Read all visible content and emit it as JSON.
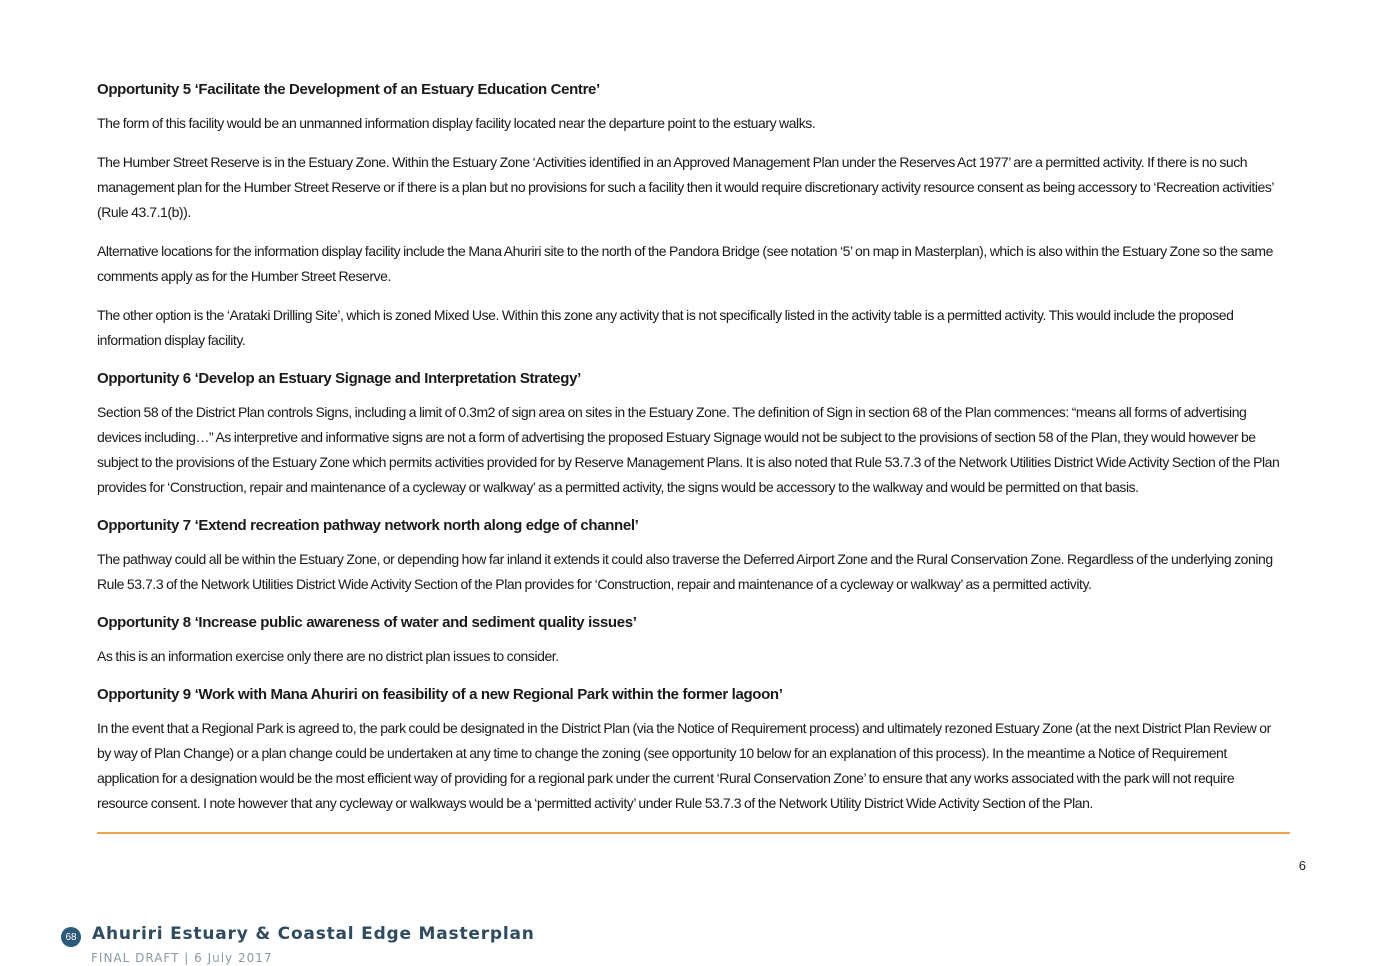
{
  "sections": [
    {
      "heading": "Opportunity 5 ‘Facilitate the Development of an Estuary Education Centre’",
      "paragraphs": [
        "The form of this facility would be an unmanned information display facility located near the departure point to the estuary walks.",
        "The Humber Street Reserve is in the Estuary Zone.  Within the Estuary Zone ‘Activities identified in an Approved Management Plan under the Reserves Act 1977’ are a permitted activity.  If there is no such management plan for the Humber Street Reserve or if there is a plan but no provisions for such a facility then it would require discretionary activity resource consent as being accessory to ‘Recreation activities’ (Rule 43.7.1(b)).",
        "Alternative locations for the information display facility include the Mana Ahuriri site to the north of the Pandora Bridge (see notation ‘5’ on map in Masterplan), which is also within the Estuary Zone so the same comments apply as for the Humber Street Reserve.",
        "The other option is the ‘Arataki Drilling Site’, which is zoned Mixed Use.  Within this zone any activity that is not specifically listed in the activity table is a permitted activity.  This would include the proposed information display facility."
      ]
    },
    {
      "heading": "Opportunity 6 ‘Develop an Estuary Signage and Interpretation Strategy’",
      "paragraphs": [
        "Section 58 of the District Plan controls Signs, including a limit of 0.3m2 of sign area on sites in the Estuary Zone.  The definition of Sign in section 68 of the Plan commences: “means all forms of advertising devices including…”  As interpretive and informative signs are not a form of advertising the proposed Estuary Signage would not be subject to the provisions of section 58 of the Plan, they would however be subject to the provisions of the Estuary Zone which permits activities provided for by Reserve Management Plans.  It is also noted that Rule 53.7.3 of the Network Utilities District Wide Activity Section of the Plan provides for ‘Construction, repair and maintenance of a cycleway or walkway’ as a permitted activity, the signs would be accessory to the walkway and would be permitted on that basis."
      ]
    },
    {
      "heading": "Opportunity 7 ‘Extend recreation pathway network north along edge of channel’",
      "paragraphs": [
        "The pathway could all be within the Estuary Zone, or depending how far inland it extends it could also traverse the Deferred Airport Zone and the Rural Conservation Zone.  Regardless of the underlying zoning Rule 53.7.3 of the Network Utilities District Wide Activity Section of the Plan provides for ‘Construction, repair and maintenance of a cycleway or walkway’ as a permitted activity."
      ]
    },
    {
      "heading": "Opportunity 8 ‘Increase public awareness of water and sediment quality issues’",
      "paragraphs": [
        "As this is an information exercise only there are no district plan issues to consider."
      ]
    },
    {
      "heading": "Opportunity 9 ‘Work with Mana Ahuriri on feasibility of a new Regional Park within the former lagoon’",
      "paragraphs": [
        "In the event that a Regional Park is agreed to, the park could be designated in the District Plan (via the Notice of Requirement process) and ultimately rezoned Estuary Zone (at the next District Plan Review or by way of Plan Change) or a plan change could be undertaken at any time to change the zoning (see opportunity 10 below for an explanation of this process).  In the meantime a Notice of Requirement application for a designation would be the most efficient way of providing for a regional park under the current ‘Rural Conservation Zone’ to ensure that any works associated with the park will not require resource consent.  I note however that any cycleway or walkways would be a ‘permitted activity’ under Rule 53.7.3 of the Network Utility District Wide Activity Section of the Plan."
      ]
    }
  ],
  "page_number": "6",
  "footer": {
    "badge": "68",
    "title": "Ahuriri Estuary & Coastal Edge Masterplan",
    "subtitle": "FINAL DRAFT  |  6 July 2017"
  },
  "colors": {
    "rule": "#f0a64a",
    "badge": "#2c5b7a",
    "footer_title": "#2e4b5f"
  }
}
